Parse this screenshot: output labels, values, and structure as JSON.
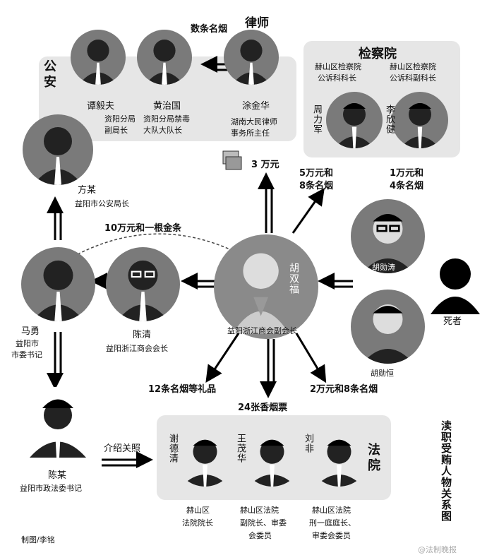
{
  "groups": {
    "police": "公安",
    "procuratorate": "检察院",
    "court": "法院"
  },
  "people": {
    "tan": {
      "name": "谭毅夫",
      "title1": "资阳分局",
      "title2": "副局长"
    },
    "huang": {
      "name": "黄治国",
      "title1": "资阳分局禁毒",
      "title2": "大队大队长"
    },
    "tu": {
      "name": "涂金华",
      "title1": "湖南大民律师",
      "title2": "事务所主任"
    },
    "zhou": {
      "name": "周力军",
      "title1": "赫山区检察院",
      "title2": "公诉科科长"
    },
    "li": {
      "name": "李欣健",
      "title1": "赫山区检察院",
      "title2": "公诉科副科长"
    },
    "fang": {
      "name": "方某",
      "title1": "益阳市公安局长"
    },
    "mayong": {
      "name": "马勇",
      "title1": "益阳市",
      "title2": "市委书记"
    },
    "chenqing": {
      "name": "陈清",
      "title1": "益阳浙江商会会长"
    },
    "hu": {
      "name": "胡双福",
      "title1": "益阳浙江商会副会长"
    },
    "hutao": {
      "name": "胡勋涛"
    },
    "huheng": {
      "name": "胡勋恒"
    },
    "dead": {
      "name": "死者"
    },
    "chenmou": {
      "name": "陈某",
      "title1": "益阳市政法委书记"
    },
    "xie": {
      "name": "谢德清",
      "title1": "赫山区",
      "title2": "法院院长"
    },
    "wang": {
      "name": "王茂华",
      "title1": "赫山区法院",
      "title2": "副院长、审委",
      "title3": "会委员"
    },
    "liufei": {
      "name": "刘非",
      "title1": "赫山区法院",
      "title2": "刑一庭庭长、",
      "title3": "审委会委员"
    }
  },
  "flows": {
    "lawyer_label": "律师",
    "to_lawyer_gift": "数条名烟",
    "to_lawyer": "3 万元",
    "to_zhou_1": "5万元和",
    "to_zhou_2": "8条名烟",
    "to_li_1": "1万元和",
    "to_li_2": "4条名烟",
    "to_mayong": "10万元和一根金条",
    "gift_left": "12条名烟等礼品",
    "gift_mid": "24张香烟票",
    "gift_right": "2万元和8条名烟",
    "introduce": "介绍关照"
  },
  "footer": {
    "credit": "制图/李铭",
    "watermark": "@法制晚报"
  },
  "side_title": "渎职受贿人物关系图"
}
